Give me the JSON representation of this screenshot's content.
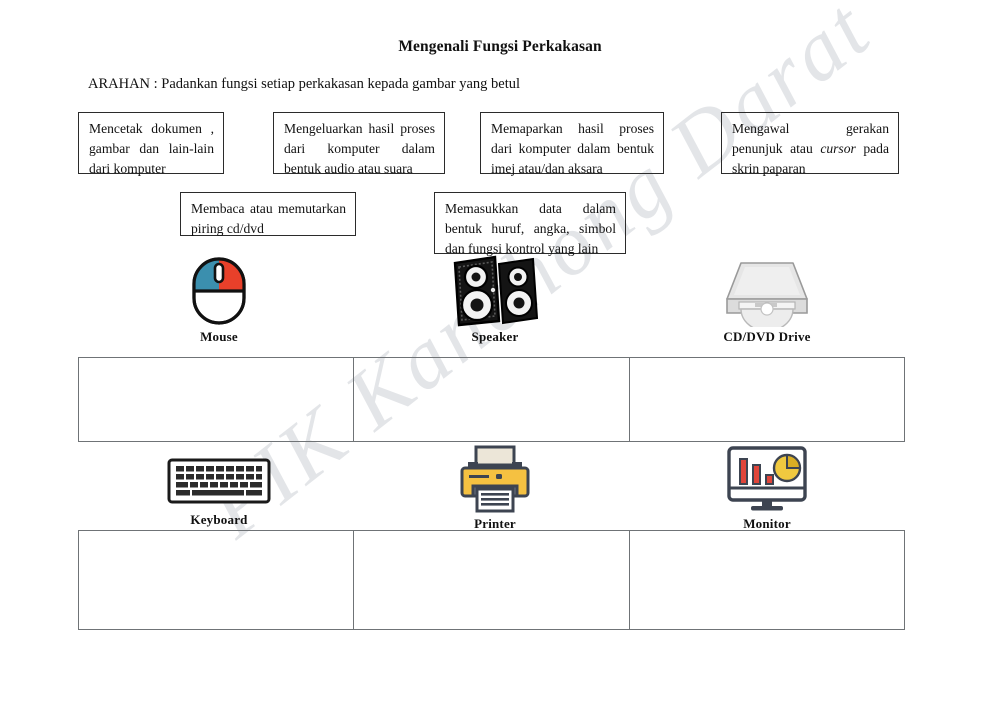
{
  "document": {
    "title": "Mengenali Fungsi Perkakasan",
    "instruction": "ARAHAN : Padankan fungsi setiap perkakasan kepada gambar yang betul",
    "watermark": "PIK Kanchong Darat"
  },
  "function_boxes": [
    {
      "id": "printer-function",
      "text": "Mencetak dokumen , gambar dan lain-lain dari komputer"
    },
    {
      "id": "speaker-function",
      "text": "Mengeluarkan hasil proses dari komputer dalam bentuk audio atau suara"
    },
    {
      "id": "monitor-function",
      "text": "Memaparkan hasil proses dari komputer dalam bentuk imej atau/dan aksara"
    },
    {
      "id": "mouse-function",
      "text_before": "Mengawal gerakan penunjuk atau ",
      "emphasis": "cursor",
      "text_after": " pada skrin paparan"
    },
    {
      "id": "cddvd-function",
      "text": "Membaca atau memutarkan piring cd/dvd"
    },
    {
      "id": "keyboard-function",
      "text": "Memasukkan data dalam bentuk huruf, angka, simbol dan fungsi kontrol yang lain"
    }
  ],
  "devices": [
    {
      "id": "mouse",
      "caption": "Mouse",
      "icon": "mouse-icon"
    },
    {
      "id": "speaker",
      "caption": "Speaker",
      "icon": "speaker-icon"
    },
    {
      "id": "cddvd",
      "caption": "CD/DVD Drive",
      "icon": "cd-dvd-drive-icon"
    },
    {
      "id": "keyboard",
      "caption": "Keyboard",
      "icon": "keyboard-icon"
    },
    {
      "id": "printer",
      "caption": "Printer",
      "icon": "printer-icon"
    },
    {
      "id": "monitor",
      "caption": "Monitor",
      "icon": "monitor-icon"
    }
  ],
  "answer_tables": [
    {
      "id": "answer-row-1",
      "cells": [
        "",
        "",
        ""
      ]
    },
    {
      "id": "answer-row-2",
      "cells": [
        "",
        "",
        ""
      ]
    }
  ],
  "colors": {
    "mouse_left_button": "#3b8fae",
    "mouse_right_button": "#e8402a",
    "speaker_body": "#111111",
    "drive_body": "#d9d9d9",
    "printer_body": "#f5c141",
    "printer_outline": "#3d4451",
    "monitor_frame": "#3d4451",
    "monitor_bars": "#e0453a",
    "monitor_pie": "#f0c93f",
    "box_border": "#2b2b2b",
    "table_border": "#6f7376",
    "watermark": "#e3e5e8"
  }
}
